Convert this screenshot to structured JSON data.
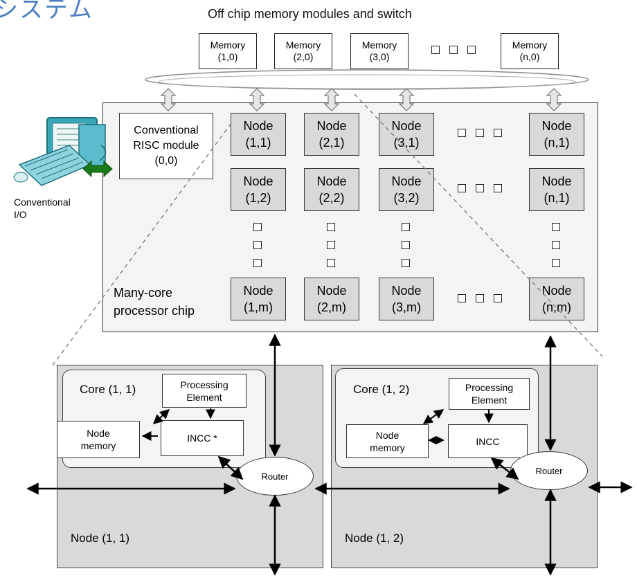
{
  "heading_fragment": "システム",
  "offchip_title": "Off chip memory modules and switch",
  "memories": [
    {
      "name": "Memory",
      "idx": "(1,0)"
    },
    {
      "name": "Memory",
      "idx": "(2,0)"
    },
    {
      "name": "Memory",
      "idx": "(3,0)"
    },
    {
      "name": "Memory",
      "idx": "(n,0)"
    }
  ],
  "risc": {
    "line1": "Conventional",
    "line2": "RISC module",
    "line3": "(0,0)"
  },
  "io_label": {
    "line1": "Conventional",
    "line2": "I/O"
  },
  "chip_label": {
    "line1": "Many-core",
    "line2": "processor chip"
  },
  "node_word": "Node",
  "nodes": {
    "row1": [
      "(1,1)",
      "(2,1)",
      "(3,1)",
      "(n,1)"
    ],
    "row2": [
      "(1,2)",
      "(2,2)",
      "(3,2)",
      "(n,1)"
    ],
    "rowm": [
      "(1,m)",
      "(2,m)",
      "(3,m)",
      "(n,m)"
    ]
  },
  "detail_left": {
    "core": "Core (1, 1)",
    "pe_line1": "Processing",
    "pe_line2": "Element",
    "mem_line1": "Node",
    "mem_line2": "memory",
    "incc": "INCC *",
    "router": "Router",
    "node": "Node (1, 1)"
  },
  "detail_right": {
    "core": "Core (1, 2)",
    "pe_line1": "Processing",
    "pe_line2": "Element",
    "mem_line1": "Node",
    "mem_line2": "memory",
    "incc": "INCC",
    "router": "Router",
    "node": "Node (1, 2)"
  },
  "colors": {
    "heading": "#4a7fc1",
    "io_arrow": "#1a7a1a",
    "node_fill": "#d9d9d9",
    "chip_fill": "#f4f4f4"
  },
  "icons": [
    "computer-icon"
  ]
}
